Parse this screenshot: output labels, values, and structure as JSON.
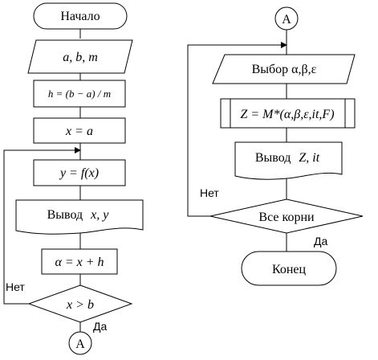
{
  "left": {
    "start": "Начало",
    "input": "a, b, m",
    "step": "h = (b − a) / m",
    "init": "x = a",
    "calc": "y = f(x)",
    "output_word": "Вывод",
    "output_vars": "x, y",
    "increment": "α = x + h",
    "condition": "x > b",
    "no": "Нет",
    "yes": "Да",
    "connector": "А"
  },
  "right": {
    "connector": "А",
    "select": "Выбор α,β,ε",
    "process_prefix": "Z = M*(",
    "process_args": "α,β,ε,it,F",
    "process_suffix": ")",
    "output_word": "Вывод",
    "output_vars": "Z, it",
    "condition": "Все корни",
    "no": "Нет",
    "yes": "Да",
    "end": "Конец"
  }
}
